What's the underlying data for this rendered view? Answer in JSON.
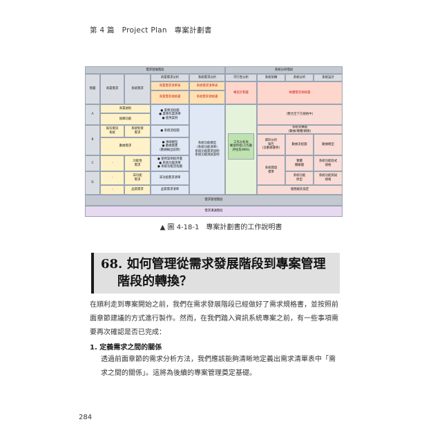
{
  "header": {
    "text": "第 4 篇　Project Plan　專案計劃書"
  },
  "figure": {
    "caption": "▲ 圖 4-18-1　專案計劃書的工作說明書",
    "cells": {
      "stage_req": "需求發展階段",
      "stage_sys": "系統分析階段",
      "col_level": "階層",
      "col_biz_req": "商業需求",
      "col_sys_req": "系統需求",
      "col_biz_analysis": "商業需求分析",
      "col_sys_analysis": "系統需求分析",
      "col_feasibility": "可行性分析",
      "col_sys_arch": "系統架構",
      "col_sys_analysis2": "系統分析",
      "col_sys_design": "系統設計",
      "red_biz_list": "商業需求清單表",
      "red_sys_list": "系統需求清單表",
      "red_biz_spec": "商業需求規格書",
      "red_sys_spec": "系統需求規格書",
      "red_proj_plan": "專案計劃書",
      "red_data_spec": "軟體需求規格書",
      "A": "A",
      "B": "B",
      "C": "C",
      "D": "D",
      "biz_rule": "商業規則",
      "org_function": "組織功能",
      "biz_flow": "● 業務流程圖\n● 業務作業清單\n● 使用案例",
      "has_info_sys": "既有資訊\n系統",
      "sys_interface": "系統對接\n需求",
      "sys_flow": "● 系統流程圖",
      "data_req": "數據需求",
      "domain_model": "● 領域模型\n● 數據資產\n(數據輸出說明)",
      "sys_func_list": "系統功能模型\n(系統功能清單)\n系統功能需求說明\n系統功能測試案例",
      "wbs": "工作分析表\n專案時程(工作數評估及WBS)",
      "req_scale": "(整合至下方規格中)",
      "sys_arch_model": "系統架構圖\n(數據/硬體/網路)",
      "data_analysis": "資料分析\n報告\n(含數據遷移)",
      "data_flow_model": "數據流程圖",
      "data_model": "數據模型",
      "func_req": "功能性\n需求",
      "use_case_detail": "● 使用案例程序書\n● 系統功能清單\n● 系統功能流程圖",
      "sys_dev_standard": "系統開發\n標準",
      "impl_env": "實體\n關聯圖",
      "sys_func_spec": "系統功能程式\n規格",
      "nonfunc": "非功能\n需求",
      "nonfunc_req": "非功能需求清單",
      "sys_func_proto": "系統功能\n原型",
      "sys_test_spec": "系統功能測試\n規格",
      "quality_req": "品質需求",
      "quality_list": "品質需求清單",
      "sla": "服務級別協定",
      "dash": "-",
      "req_mgmt": "需求管理階段",
      "req_change": "需求溝通階段"
    }
  },
  "question": {
    "title_line1": "68. 如何管理從需求發展階段到專案管理",
    "title_line2": "階段的轉換？"
  },
  "body": {
    "p1": "在順利走到專案開始之前，我們在需求發展階段已經做好了需求規格書，並按照前面章節建議的方式進行製作。然而，在我們踏入資訊系統專案之前，有一些事項需要再次確認是否已完成：",
    "subheading": "1. 定義需求之間的關係",
    "p2": "透過前面章節的需求分析方法，我們應該能夠清晰地定義出需求清單表中「需求之間的關係」。這將為後續的專案管理奠定基礎。"
  },
  "page_number": "284",
  "colors": {
    "question_bar": "#e0e0e0",
    "accent": "#1a1a1a",
    "red_text": "#cc1f1f"
  }
}
